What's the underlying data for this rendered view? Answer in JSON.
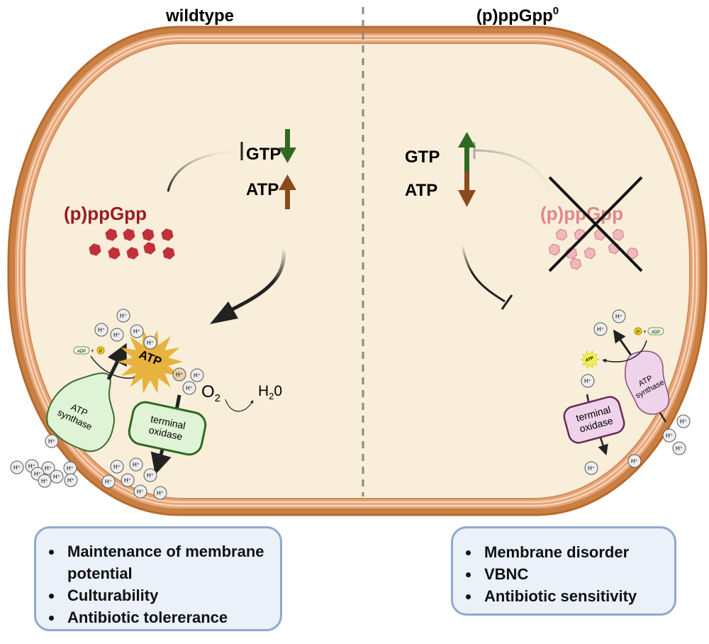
{
  "titles": {
    "left": "wildtype",
    "right": "(p)ppGpp",
    "right_superscript": "0"
  },
  "wildtype": {
    "gtp": "GTP",
    "atp": "ATP",
    "ppgpp": "(p)ppGpp",
    "atp_burst": "ATP",
    "o2": "O",
    "o2_sub": "2",
    "h2o": "H",
    "h2o_sub": "2",
    "h2o_end": "0",
    "adp": "ADP",
    "p": "P",
    "atp_synthase": [
      "ATP",
      "synthase"
    ],
    "terminal_oxidase": [
      "terminal",
      "oxidase"
    ],
    "outcomes": [
      "Maintenance of membrane potential",
      "Culturability",
      "Antibiotic tolererance"
    ]
  },
  "mutant": {
    "gtp": "GTP",
    "atp": "ATP",
    "ppgpp": "(p)ppGpp",
    "atp_burst": "ATP",
    "adp": "ADP",
    "p": "P",
    "atp_synthase": [
      "ATP",
      "synthase"
    ],
    "terminal_oxidase": [
      "terminal",
      "oxidase"
    ],
    "outcomes": [
      "Membrane disorder",
      "VBNC",
      "Antibiotic sensitivity"
    ]
  },
  "proton_label": "H⁺",
  "colors": {
    "membrane": "#c98045",
    "cytoplasm": "#f8eed9",
    "ppgpp": "#c0313a",
    "ppgpp_faded": "#e69aa0",
    "gtp_arrow": "#2f6a22",
    "atp_arrow": "#8a4a1e",
    "box_border": "#8fa9cf",
    "box_fill": "#eaf1f8",
    "green_protein": "#dff3d6",
    "pink_protein": "#efd3ea",
    "atp_burst": "#e7b23e"
  }
}
